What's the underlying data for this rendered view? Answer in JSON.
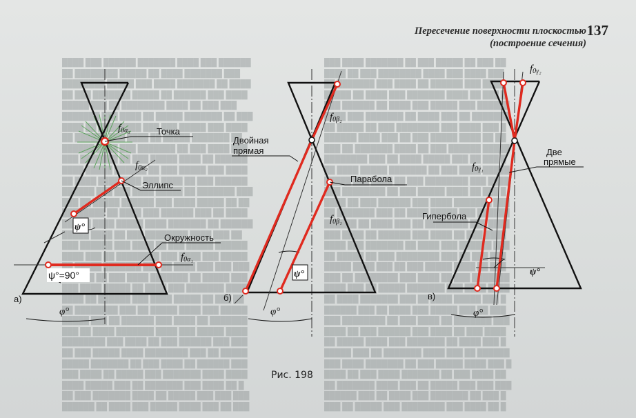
{
  "header": {
    "title_line1": "Пересечение поверхности плоскостью",
    "title_line2": "(построение сечения)",
    "page_number": "137"
  },
  "caption": "Рис. 198",
  "colors": {
    "section": "#e02a1f",
    "ink": "#111111",
    "paper": "#dfe1e0"
  },
  "panel_a": {
    "letter": "а)",
    "point_label": "Точка",
    "ellipse_label": "Эллипс",
    "circle_label": "Окружность",
    "plane_alpha1": "f",
    "plane_alpha1_sub": "0α₁",
    "plane_alpha2": "f",
    "plane_alpha2_sub": "0α₂",
    "plane_alpha3": "f",
    "plane_alpha3_sub": "0α₃",
    "angle_psi": "ψ°",
    "angle_psi_90": "ψ°=90°",
    "angle_phi": "φ°"
  },
  "panel_b": {
    "letter": "б)",
    "double_line_label_1": "Двойная",
    "double_line_label_2": "прямая",
    "parabola_label": "Парабола",
    "plane_beta1": "f",
    "plane_beta1_sub": "0β₁",
    "plane_beta2": "f",
    "plane_beta2_sub": "0β₂",
    "angle_psi": "ψ°",
    "angle_phi": "φ°"
  },
  "panel_c": {
    "letter": "в)",
    "two_lines_label_1": "Две",
    "two_lines_label_2": "прямые",
    "hyperbola_label": "Гипербола",
    "plane_gamma1": "f",
    "plane_gamma1_sub": "0γ₁",
    "plane_gamma2": "f",
    "plane_gamma2_sub": "0γ₂",
    "angle_psi": "ψ°",
    "angle_phi": "φ°"
  }
}
